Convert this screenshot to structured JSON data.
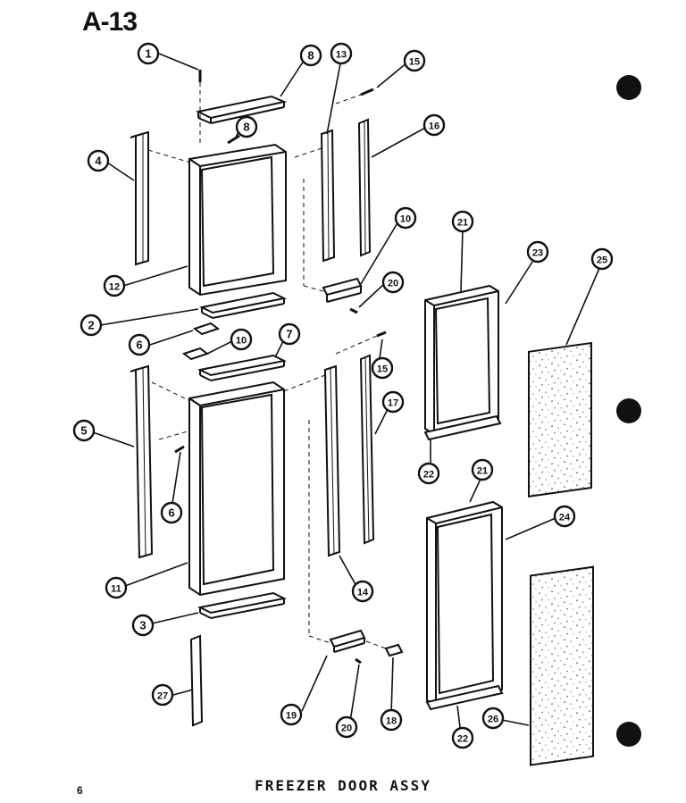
{
  "page": {
    "title": "A-13",
    "caption": "FREEZER DOOR ASSY",
    "page_number": "6"
  },
  "callouts": [
    {
      "id": "c1",
      "num": "1"
    },
    {
      "id": "c8a",
      "num": "8"
    },
    {
      "id": "c8b",
      "num": "8"
    },
    {
      "id": "c13",
      "num": "13"
    },
    {
      "id": "c15a",
      "num": "15"
    },
    {
      "id": "c16",
      "num": "16"
    },
    {
      "id": "c4",
      "num": "4"
    },
    {
      "id": "c10a",
      "num": "10"
    },
    {
      "id": "c12",
      "num": "12"
    },
    {
      "id": "c20a",
      "num": "20"
    },
    {
      "id": "c2",
      "num": "2"
    },
    {
      "id": "c21a",
      "num": "21"
    },
    {
      "id": "c23",
      "num": "23"
    },
    {
      "id": "c25",
      "num": "25"
    },
    {
      "id": "c6a",
      "num": "6"
    },
    {
      "id": "c10b",
      "num": "10"
    },
    {
      "id": "c7",
      "num": "7"
    },
    {
      "id": "c15b",
      "num": "15"
    },
    {
      "id": "c17",
      "num": "17"
    },
    {
      "id": "c5",
      "num": "5"
    },
    {
      "id": "c22a",
      "num": "22"
    },
    {
      "id": "c6b",
      "num": "6"
    },
    {
      "id": "c21b",
      "num": "21"
    },
    {
      "id": "c24",
      "num": "24"
    },
    {
      "id": "c11",
      "num": "11"
    },
    {
      "id": "c14",
      "num": "14"
    },
    {
      "id": "c3",
      "num": "3"
    },
    {
      "id": "c27",
      "num": "27"
    },
    {
      "id": "c19",
      "num": "19"
    },
    {
      "id": "c20b",
      "num": "20"
    },
    {
      "id": "c18",
      "num": "18"
    },
    {
      "id": "c22b",
      "num": "22"
    },
    {
      "id": "c26",
      "num": "26"
    }
  ]
}
